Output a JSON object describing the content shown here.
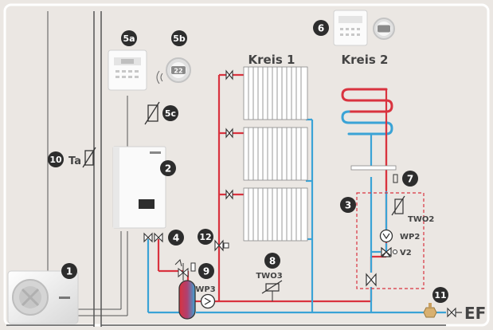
{
  "labels": {
    "kreis1": "Kreis 1",
    "kreis2": "Kreis 2",
    "ta": "Ta",
    "two3": "TWO3",
    "two2": "TWO2",
    "wp3": "WP3",
    "wp2": "WP2",
    "v2": "V2",
    "ef": "EF"
  },
  "markers": {
    "m1": "1",
    "m2": "2",
    "m3": "3",
    "m4": "4",
    "m5a": "5a",
    "m5b": "5b",
    "m5c": "5c",
    "m6": "6",
    "m7": "7",
    "m8": "8",
    "m9": "9",
    "m10": "10",
    "m11": "11",
    "m12": "12"
  },
  "display": {
    "room_sensor_text": "22"
  },
  "colors": {
    "background": "#ebe7e3",
    "supply": "#d9333f",
    "return": "#3aa3d6",
    "marker_fill": "#2d2d2d",
    "marker_text": "#ffffff",
    "frame": "#ffffff",
    "group_dash": "#d9333f"
  }
}
